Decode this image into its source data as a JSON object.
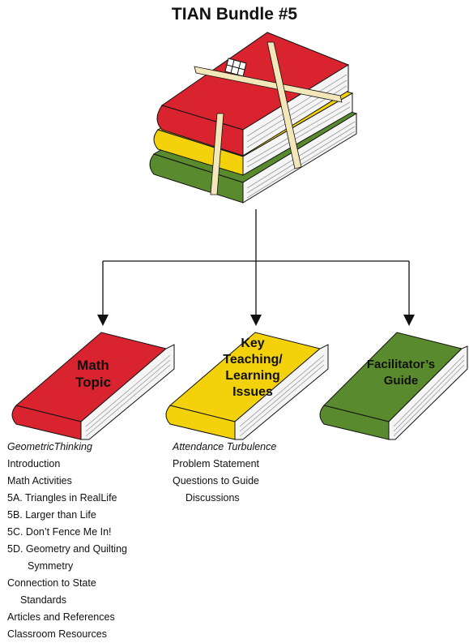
{
  "title": "TIAN Bundle #5",
  "colors": {
    "red": "#d9232e",
    "yellow": "#f4d20b",
    "green": "#5a8a2e",
    "pages": "#f5f5f5",
    "strap": "#f3e6b8"
  },
  "books": [
    {
      "label": "Math Topic",
      "lines": [
        "Math",
        "Topic"
      ],
      "color": "red"
    },
    {
      "label": "Key Teaching/ Learning Issues",
      "lines": [
        "Key",
        "Teaching/",
        "Learning",
        "Issues"
      ],
      "color": "yellow"
    },
    {
      "label": "Facilitator's Guide",
      "lines": [
        "Facilitator’s",
        "Guide"
      ],
      "color": "green"
    }
  ],
  "math_list": [
    {
      "text": "GeometricThinking",
      "style": "it"
    },
    {
      "text": "Introduction",
      "style": ""
    },
    {
      "text": "Math Activities",
      "style": ""
    },
    {
      "text": "5A. Triangles in RealLife",
      "style": ""
    },
    {
      "text": "5B. Larger than Life",
      "style": ""
    },
    {
      "text": "5C. Don’t Fence Me In!",
      "style": ""
    },
    {
      "text": "5D. Geometry and Quilting",
      "style": ""
    },
    {
      "text": "Symmetry",
      "style": "ind2"
    },
    {
      "text": "Connection to State",
      "style": ""
    },
    {
      "text": "Standards",
      "style": "ind"
    },
    {
      "text": "Articles and References",
      "style": ""
    },
    {
      "text": "Classroom Resources",
      "style": ""
    }
  ],
  "issues_list": [
    {
      "text": "Attendance Turbulence",
      "style": "it"
    },
    {
      "text": "Problem Statement",
      "style": ""
    },
    {
      "text": "Questions to Guide",
      "style": ""
    },
    {
      "text": "Discussions",
      "style": "ind"
    }
  ]
}
